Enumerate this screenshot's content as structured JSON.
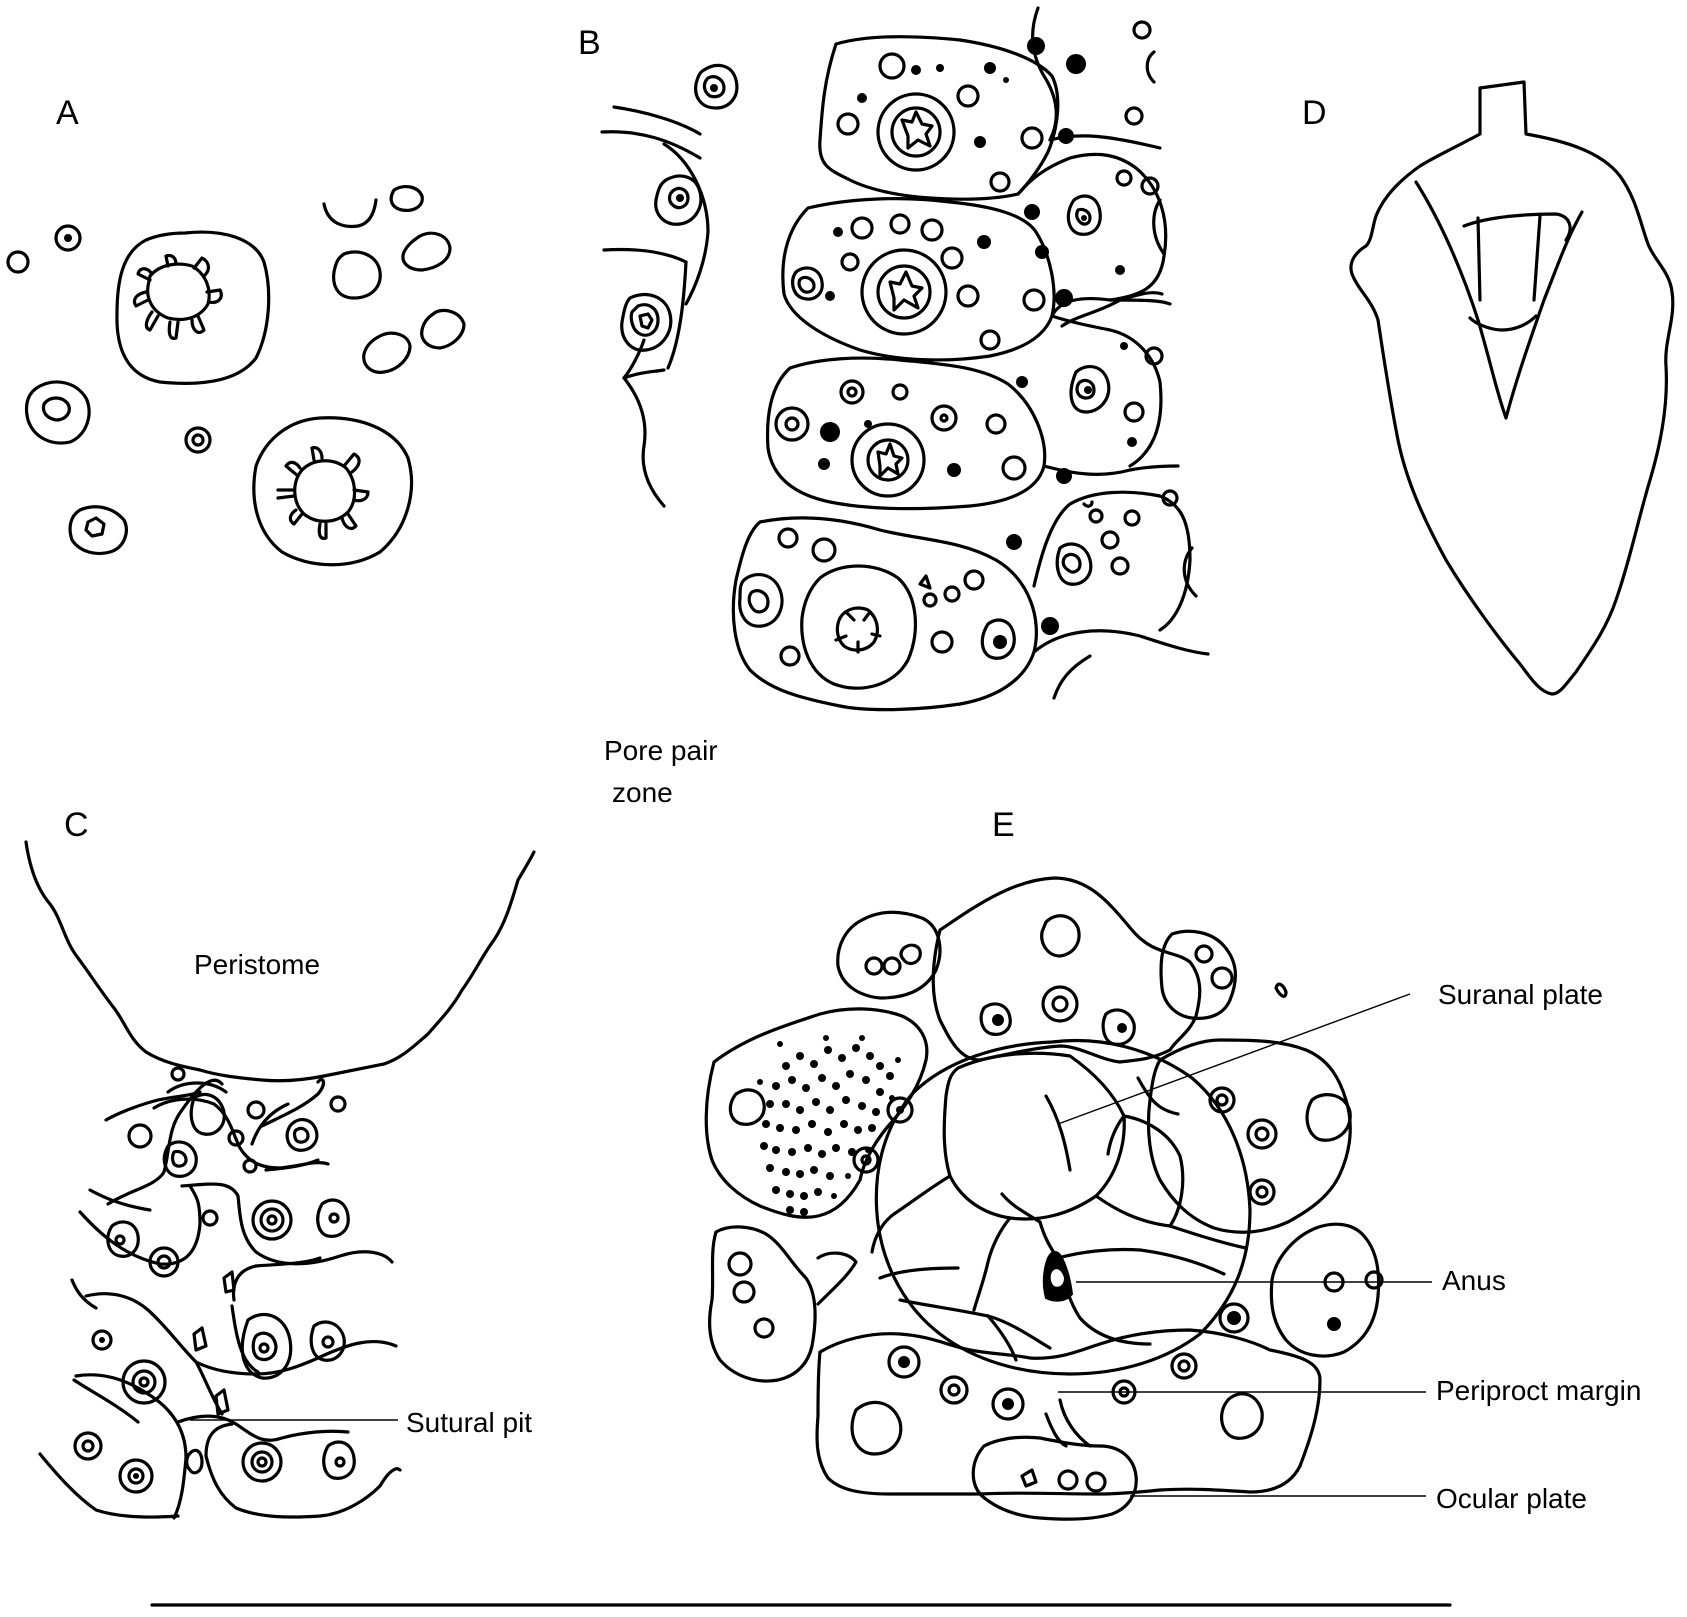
{
  "panels": {
    "a": {
      "letter": "A"
    },
    "b": {
      "letter": "B",
      "annotation_line1": "Pore pair",
      "annotation_line2": "zone"
    },
    "c": {
      "letter": "C",
      "peristome_label": "Peristome",
      "sutural_pit_label": "Sutural pit"
    },
    "d": {
      "letter": "D"
    },
    "e": {
      "letter": "E",
      "suranal_plate_label": "Suranal plate",
      "anus_label": "Anus",
      "periproct_margin_label": "Periproct margin",
      "ocular_plate_label": "Ocular plate"
    }
  },
  "colors": {
    "ink": "#000000",
    "background": "#ffffff"
  }
}
